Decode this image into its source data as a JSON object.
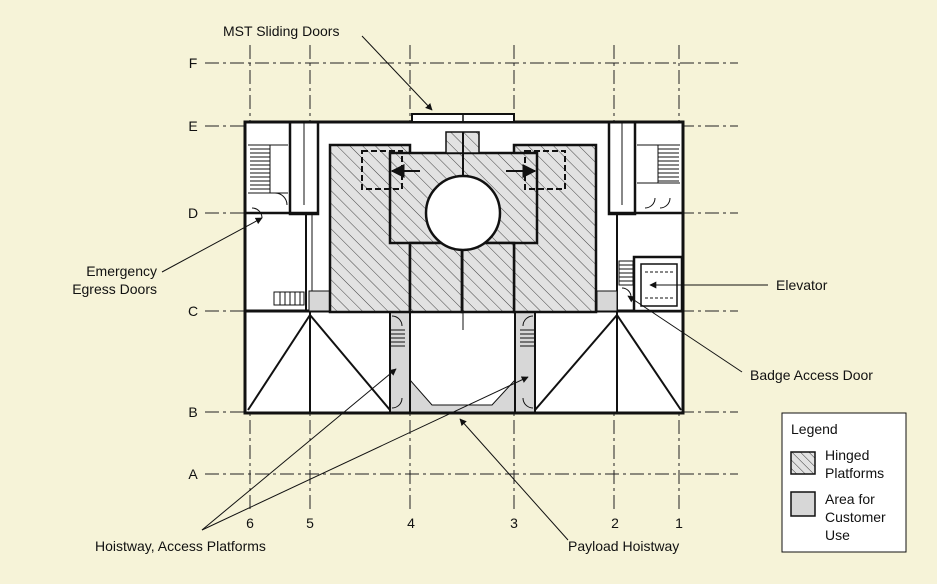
{
  "grid": {
    "rows": [
      "F",
      "E",
      "D",
      "C",
      "B",
      "A"
    ],
    "cols": [
      "6",
      "5",
      "4",
      "3",
      "2",
      "1"
    ]
  },
  "labels": {
    "mst_sliding_doors": "MST Sliding Doors",
    "emergency_line1": "Emergency",
    "emergency_line2": "Egress Doors",
    "elevator": "Elevator",
    "badge_access_door": "Badge Access Door",
    "hoistway_access_platforms": "Hoistway, Access Platforms",
    "payload_hoistway": "Payload Hoistway"
  },
  "legend": {
    "title": "Legend",
    "hinged_line1": "Hinged",
    "hinged_line2": "Platforms",
    "customer_line1": "Area for",
    "customer_line2": "Customer",
    "customer_line3": "Use"
  },
  "colors": {
    "background": "#f6f3d8",
    "building": "#ffffff",
    "customer_area": "#d7d7d7",
    "line": "#111111"
  }
}
